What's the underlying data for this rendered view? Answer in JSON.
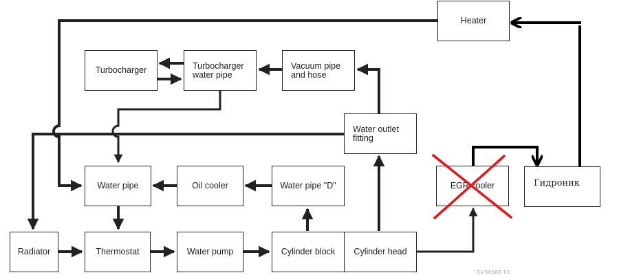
{
  "diagram": {
    "title": "Engine coolant flow diagram",
    "nodes": {
      "heater": "Heater",
      "turbocharger": "Turbocharger",
      "turbocharger_water_pipe": "Turbocharger\nwater pipe",
      "vacuum_pipe": "Vacuum pipe\nand hose",
      "water_outlet_fitting": "Water outlet\nfitting",
      "water_pipe": "Water pipe",
      "oil_cooler": "Oil cooler",
      "water_pipe_d": "Water pipe \"D\"",
      "egr_cooler": "EGR cooler",
      "hydronic": "Гидроник",
      "radiator": "Radiator",
      "thermostat": "Thermostat",
      "water_pump": "Water pump",
      "cylinder_block": "Cylinder block",
      "cylinder_head": "Cylinder head"
    },
    "annotations": {
      "egr_crossed_out": true,
      "cross_color": "#e8161b",
      "footnote": "SVS0500 01"
    },
    "line_color": "#222222"
  }
}
